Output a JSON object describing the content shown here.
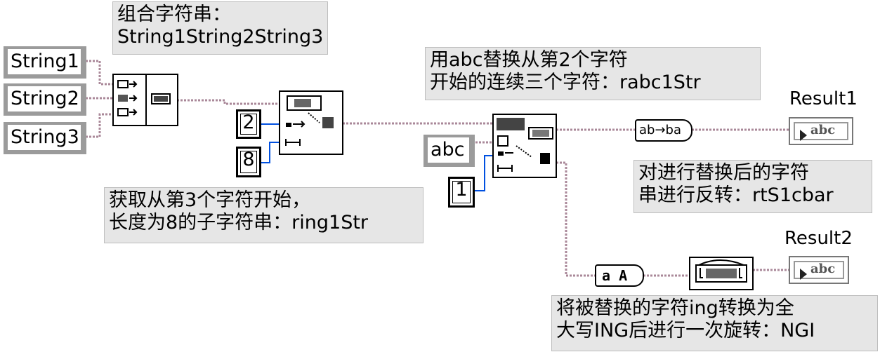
{
  "comments": {
    "concat": [
      "组合字符串：",
      "String1String2String3"
    ],
    "replace": [
      "用abc替换从第2个字符",
      "开始的连续三个字符：rabc1Str"
    ],
    "subset": [
      "获取从第3个字符开始，",
      "长度为8的子字符串：ring1Str"
    ],
    "reverse": [
      "对进行替换后的字符",
      "串进行反转：rtS1cbar"
    ],
    "rotate": [
      "将被替换的字符ing转换为全",
      "大写ING后进行一次旋转：NGI"
    ]
  },
  "controls": {
    "string1": "String1",
    "string2": "String2",
    "string3": "String3",
    "abc": "abc"
  },
  "constants": {
    "offset_subset": "2",
    "length_subset": "8",
    "offset_replace": "1"
  },
  "indicators": {
    "result1_label": "Result1",
    "result2_label": "Result2",
    "display_text": "abc"
  },
  "functions": {
    "reverse_label": "ab→ba",
    "uppercase_label": "a A"
  }
}
